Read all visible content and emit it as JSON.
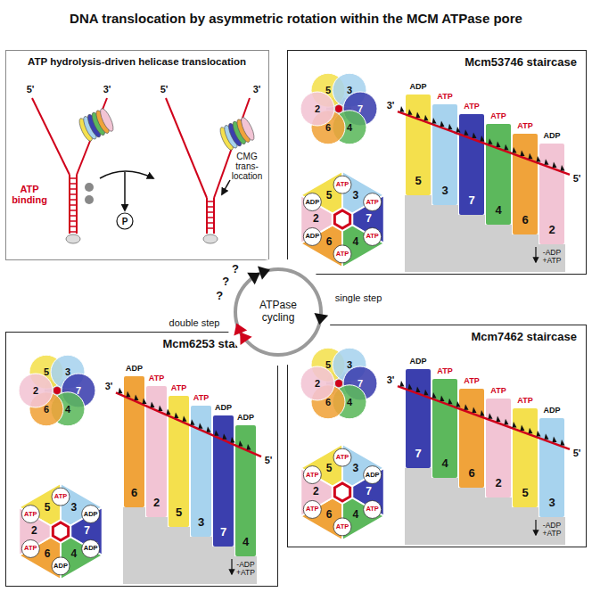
{
  "diagram": {
    "title": "DNA translocation by asymmetric rotation within the MCM ATPase pore",
    "nodes": [
      {
        "text": [
          "ATP hydrolysis-driven helicase translocation"
        ]
      },
      {
        "text": [
          "Mcm53746 staircase"
        ]
      },
      {
        "text": [
          "ATPase cycling"
        ]
      },
      {
        "text": [
          "Mcm6253 staircase"
        ]
      },
      {
        "text": [
          "Mcm7462 staircase"
        ]
      }
    ],
    "labels": [
      "5'",
      "3'",
      "5'",
      "3'",
      "ATP binding",
      "P",
      "CMG trans- location",
      "5",
      "3",
      "7",
      "4",
      "6",
      "2",
      "5",
      "3",
      "7",
      "4",
      "6",
      "2",
      "ATP",
      "ATP",
      "ATP",
      "ATP",
      "ADP",
      "ADP",
      "3'",
      "ADP",
      "ATP",
      "ATP",
      "ATP",
      "ATP",
      "ADP",
      "5",
      "3",
      "7",
      "4",
      "6",
      "2",
      "5'",
      "-ADP +ATP",
      "?",
      "?",
      "?",
      "single step",
      "double step",
      "5",
      "3",
      "7",
      "4",
      "6",
      "2",
      "5",
      "3",
      "7",
      "4",
      "6",
      "2",
      "ATP",
      "ADP",
      "ADP",
      "ADP",
      "ATP",
      "ATP",
      "3'",
      "ADP",
      "ATP",
      "ATP",
      "ATP",
      "ADP",
      "ADP",
      "6",
      "2",
      "5",
      "3",
      "7",
      "4",
      "5'",
      "-ADP +ATP",
      "5",
      "3",
      "7",
      "4",
      "6",
      "2",
      "5",
      "3",
      "7",
      "4",
      "6",
      "2",
      "ATP",
      "ADP",
      "ATP",
      "ATP",
      "ATP",
      "ATP",
      "3'",
      "ADP",
      "ATP",
      "ATP",
      "ATP",
      "ATP",
      "ADP",
      "7",
      "4",
      "6",
      "2",
      "5",
      "3",
      "5'",
      "-ADP +ATP"
    ]
  }
}
